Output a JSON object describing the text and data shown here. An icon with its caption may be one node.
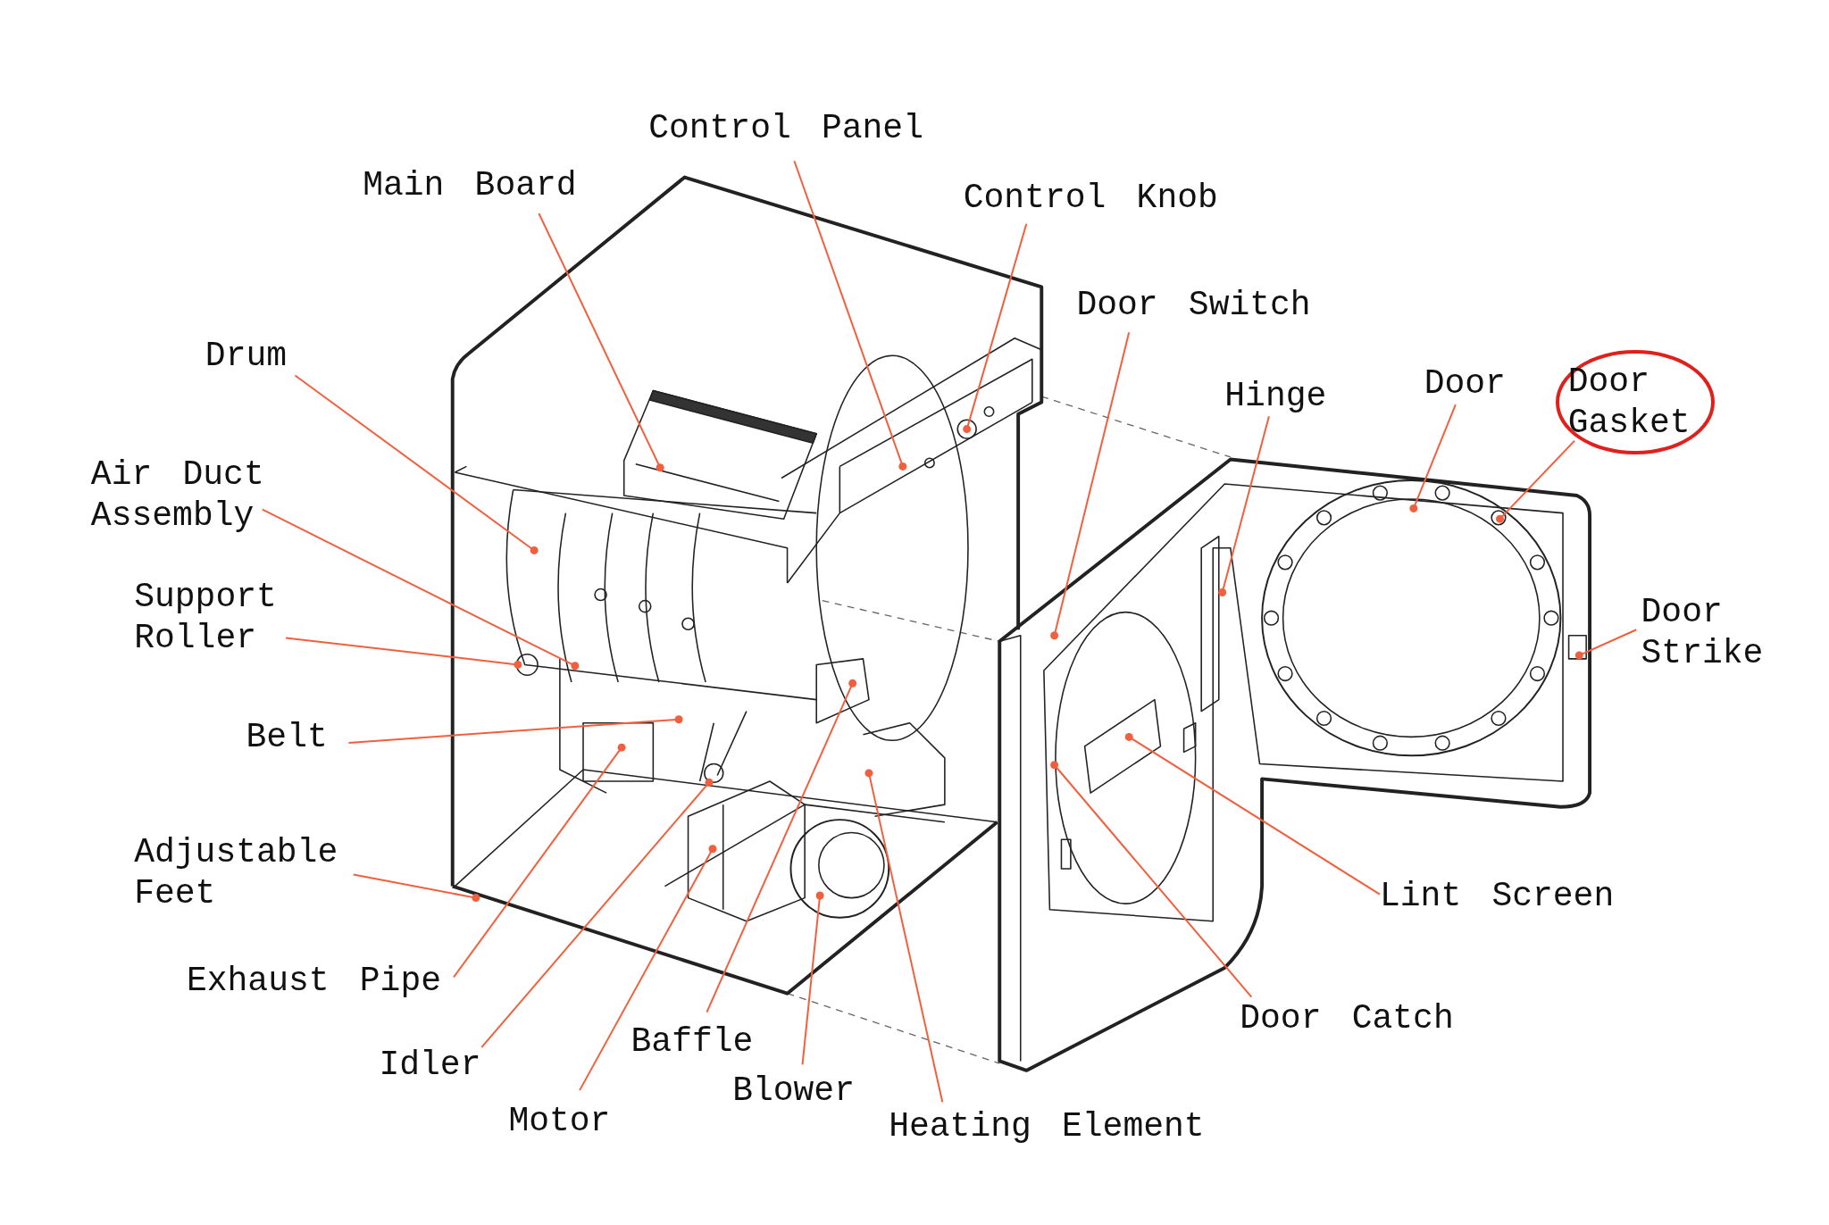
{
  "diagram": {
    "nodes": [
      {
        "text": [
          "Control Panel"
        ]
      },
      {
        "text": [
          "Main Board"
        ]
      },
      {
        "text": [
          "Control Knob"
        ]
      },
      {
        "text": [
          "Door Switch"
        ]
      },
      {
        "text": [
          "Drum"
        ]
      },
      {
        "text": [
          "Hinge"
        ]
      },
      {
        "text": [
          "Door"
        ]
      },
      {
        "text": [
          "Door Gasket"
        ]
      },
      {
        "text": [
          "Air Duct Assembly"
        ]
      },
      {
        "text": [
          "Support Roller"
        ]
      },
      {
        "text": [
          "Door Strike"
        ]
      },
      {
        "text": [
          "Belt"
        ]
      },
      {
        "text": [
          "Adjustable Feet"
        ]
      },
      {
        "text": [
          "Lint Screen"
        ]
      },
      {
        "text": [
          "Exhaust Pipe"
        ]
      },
      {
        "text": [
          "Door Catch"
        ]
      },
      {
        "text": [
          "Baffle"
        ]
      },
      {
        "text": [
          "Idler"
        ]
      },
      {
        "text": [
          "Blower"
        ]
      },
      {
        "text": [
          "Motor"
        ]
      },
      {
        "text": [
          "Heating Element"
        ]
      }
    ],
    "edges": [
      {
        "from": 0,
        "to": null,
        "arrow": "other"
      },
      {
        "from": 1,
        "to": null,
        "arrow": "other"
      },
      {
        "from": 2,
        "to": null,
        "arrow": "other"
      },
      {
        "from": 3,
        "to": null,
        "arrow": "other"
      },
      {
        "from": 4,
        "to": null,
        "arrow": "other"
      },
      {
        "from": 5,
        "to": null,
        "arrow": "other"
      },
      {
        "from": 6,
        "to": null,
        "arrow": "other"
      },
      {
        "from": 7,
        "to": null,
        "arrow": "other"
      },
      {
        "from": 8,
        "to": null,
        "arrow": "other"
      },
      {
        "from": 9,
        "to": null,
        "arrow": "other"
      },
      {
        "from": 10,
        "to": null,
        "arrow": "other"
      },
      {
        "from": 11,
        "to": null,
        "arrow": "other"
      },
      {
        "from": 12,
        "to": null,
        "arrow": "other"
      },
      {
        "from": 13,
        "to": null,
        "arrow": "other"
      },
      {
        "from": 14,
        "to": null,
        "arrow": "other"
      },
      {
        "from": 15,
        "to": null,
        "arrow": "other"
      },
      {
        "from": 16,
        "to": null,
        "arrow": "other"
      },
      {
        "from": 17,
        "to": null,
        "arrow": "other"
      },
      {
        "from": 18,
        "to": null,
        "arrow": "other"
      },
      {
        "from": 19,
        "to": null,
        "arrow": "other"
      },
      {
        "from": 20,
        "to": null,
        "arrow": "other"
      }
    ]
  }
}
